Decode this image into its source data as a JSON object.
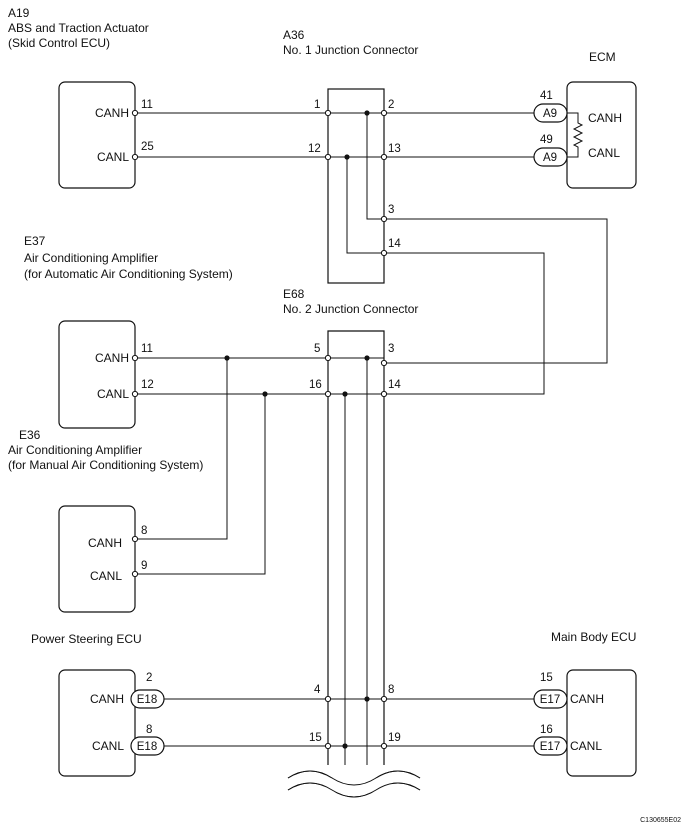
{
  "components": {
    "abs": {
      "code": "A19",
      "name": "ABS and Traction Actuator",
      "sub": "(Skid Control ECU)"
    },
    "jc1": {
      "code": "A36",
      "name": "No. 1 Junction Connector"
    },
    "ecm": {
      "name": "ECM"
    },
    "e37": {
      "code": "E37",
      "name": "Air Conditioning Amplifier",
      "sub": "(for Automatic Air Conditioning System)"
    },
    "jc2": {
      "code": "E68",
      "name": "No. 2 Junction Connector"
    },
    "e36": {
      "code": "E36",
      "name": "Air Conditioning Amplifier",
      "sub": "(for Manual Air Conditioning System)"
    },
    "ps": {
      "name": "Power Steering ECU"
    },
    "mb": {
      "name": "Main Body ECU"
    }
  },
  "signals": {
    "canh": "CANH",
    "canl": "CANL"
  },
  "connectors": {
    "a9": "A9",
    "e18": "E18",
    "e17": "E17"
  },
  "pins": {
    "abs_h": "11",
    "abs_l": "25",
    "jc1_1": "1",
    "jc1_2": "2",
    "jc1_12": "12",
    "jc1_13": "13",
    "jc1_3": "3",
    "jc1_14": "14",
    "ecm_h": "41",
    "ecm_l": "49",
    "e37_h": "11",
    "e37_l": "12",
    "jc2_5": "5",
    "jc2_3": "3",
    "jc2_16": "16",
    "jc2_14": "14",
    "jc2_4": "4",
    "jc2_8": "8",
    "jc2_15": "15",
    "jc2_19": "19",
    "e36_h": "8",
    "e36_l": "9",
    "ps_h": "2",
    "ps_l": "8",
    "mb_h": "15",
    "mb_l": "16"
  },
  "figure_code": "C130655E02"
}
